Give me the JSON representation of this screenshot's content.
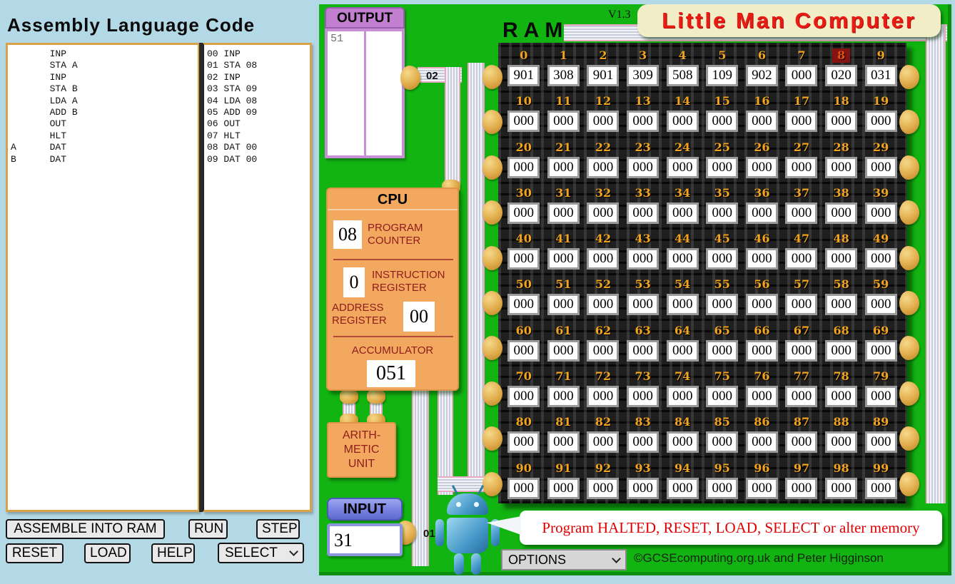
{
  "left_panel": {
    "title": "Assembly Language Code",
    "source_code": "       INP\n       STA A\n       INP\n       STA B\n       LDA A\n       ADD B\n       OUT\n       HLT\nA      DAT\nB      DAT",
    "listing": "00 INP\n01 STA 08\n02 INP\n03 STA 09\n04 LDA 08\n05 ADD 09\n06 OUT\n07 HLT\n08 DAT 00\n09 DAT 00",
    "buttons": {
      "assemble": "ASSEMBLE INTO RAM",
      "run": "RUN",
      "step": "STEP",
      "reset": "RESET",
      "load": "LOAD",
      "help": "HELP",
      "select_label": "SELECT"
    }
  },
  "board": {
    "version": "V1.3",
    "logo": "Little Man Computer",
    "output": {
      "label": "OUTPUT",
      "value": "51"
    },
    "wires": {
      "output_label": "02",
      "input_label": "01"
    },
    "cpu": {
      "title": "CPU",
      "pc_label": "PROGRAM COUNTER",
      "pc_value": "08",
      "ir_label": "INSTRUCTION REGISTER",
      "ir_value": "0",
      "ar_label": "ADDRESS REGISTER",
      "ar_value": "00",
      "acc_label": "ACCUMULATOR",
      "acc_value": "051"
    },
    "alu": {
      "label": "ARITH-\nMETIC\nUNIT"
    },
    "input": {
      "label": "INPUT",
      "value": "31"
    },
    "ram": {
      "title": "RAM",
      "highlighted_address": 8,
      "values": [
        "901",
        "308",
        "901",
        "309",
        "508",
        "109",
        "902",
        "000",
        "020",
        "031",
        "000",
        "000",
        "000",
        "000",
        "000",
        "000",
        "000",
        "000",
        "000",
        "000",
        "000",
        "000",
        "000",
        "000",
        "000",
        "000",
        "000",
        "000",
        "000",
        "000",
        "000",
        "000",
        "000",
        "000",
        "000",
        "000",
        "000",
        "000",
        "000",
        "000",
        "000",
        "000",
        "000",
        "000",
        "000",
        "000",
        "000",
        "000",
        "000",
        "000",
        "000",
        "000",
        "000",
        "000",
        "000",
        "000",
        "000",
        "000",
        "000",
        "000",
        "000",
        "000",
        "000",
        "000",
        "000",
        "000",
        "000",
        "000",
        "000",
        "000",
        "000",
        "000",
        "000",
        "000",
        "000",
        "000",
        "000",
        "000",
        "000",
        "000",
        "000",
        "000",
        "000",
        "000",
        "000",
        "000",
        "000",
        "000",
        "000",
        "000",
        "000",
        "000",
        "000",
        "000",
        "000",
        "000",
        "000",
        "000",
        "000",
        "000"
      ]
    },
    "status_message": "Program HALTED, RESET, LOAD, SELECT or alter memory",
    "options_label": "OPTIONS",
    "credit": "©GCSEcomputing.org.uk and Peter Higginson",
    "colors": {
      "board_green": "#12b412",
      "background_blue": "#b3d9e6",
      "cpu_orange": "#f2a95f",
      "output_purple": "#c27fd0",
      "input_blue": "#7d88e2",
      "logo_red": "#e81c14",
      "ram_address_gold": "#f2a41e",
      "highlight_red": "#871310",
      "status_red": "#e00000"
    }
  }
}
